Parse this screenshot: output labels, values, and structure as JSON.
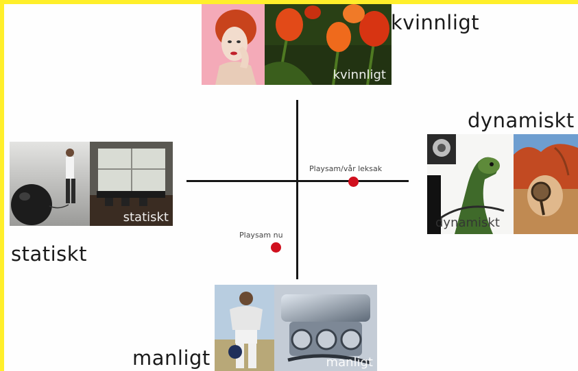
{
  "axes": {
    "top": "kvinnligt",
    "bottom": "manligt",
    "left": "statiskt",
    "right": "dynamiskt"
  },
  "images": {
    "top_caption": "kvinnligt",
    "left_caption": "statiskt",
    "right_caption": "dynamiskt",
    "bottom_caption": "manligt"
  },
  "points": [
    {
      "label": "Playsam/vår leksak"
    },
    {
      "label": "Playsam nu"
    }
  ],
  "colors": {
    "border": "#FFEF2A",
    "axis": "#151515",
    "point": "#D0101E"
  }
}
